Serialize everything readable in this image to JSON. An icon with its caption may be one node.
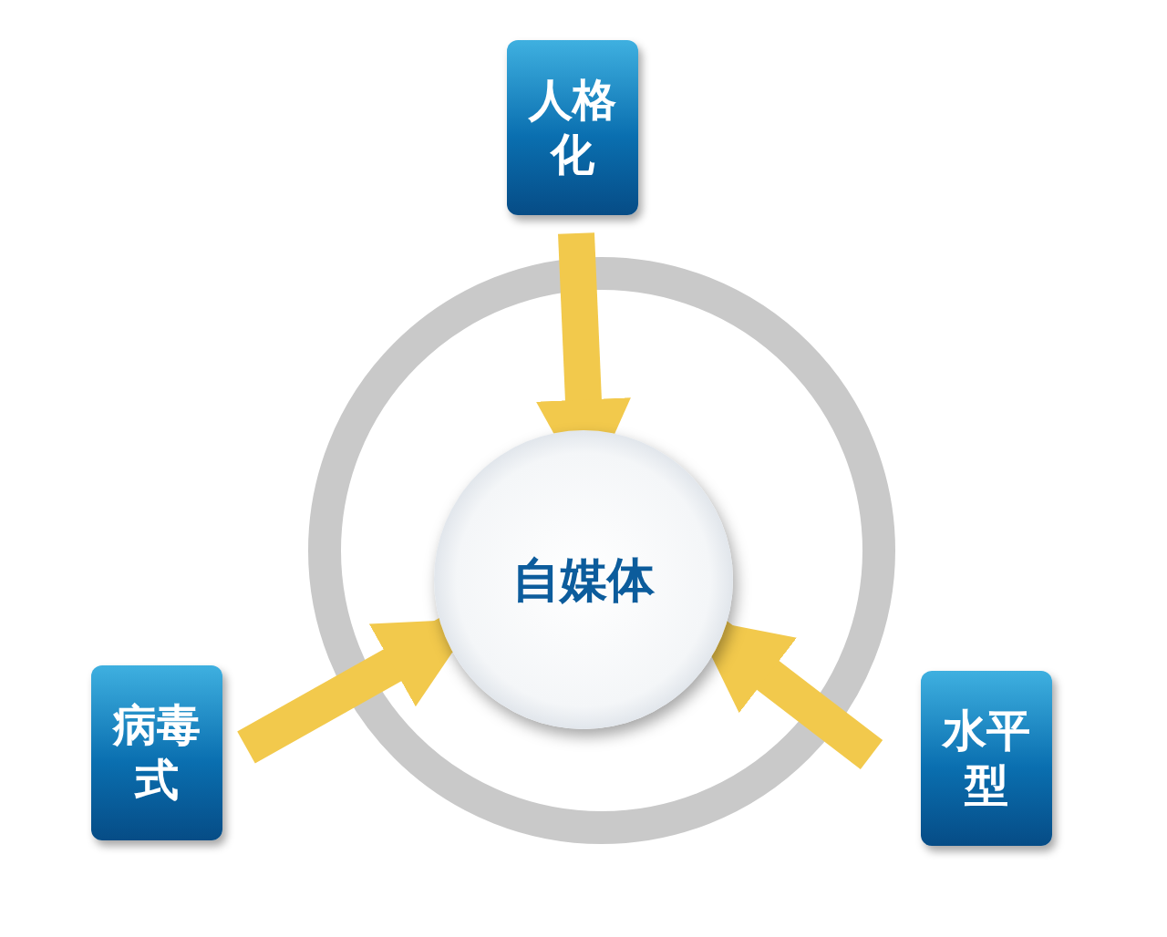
{
  "diagram": {
    "nodes": [
      {
        "text": [
          "人格化"
        ]
      },
      {
        "text": [
          "自媒体"
        ]
      },
      {
        "text": [
          "病毒式"
        ]
      },
      {
        "text": [
          "水平型"
        ]
      }
    ],
    "edges": [
      {
        "from": 0,
        "to": 1,
        "arrow": "to"
      },
      {
        "from": 2,
        "to": 1,
        "arrow": "to"
      },
      {
        "from": 3,
        "to": 1,
        "arrow": "to"
      }
    ]
  }
}
